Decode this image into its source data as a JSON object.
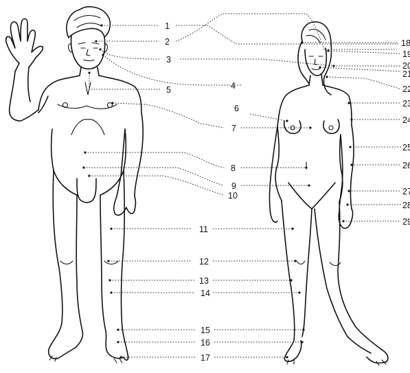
{
  "labels": [
    "1",
    "2",
    "3",
    "4",
    "5",
    "6",
    "7",
    "8",
    "9",
    "10",
    "11",
    "12",
    "13",
    "14",
    "15",
    "16",
    "17",
    "18",
    "19",
    "20",
    "21",
    "22",
    "23",
    "24",
    "25",
    "26",
    "27",
    "28",
    "29"
  ]
}
